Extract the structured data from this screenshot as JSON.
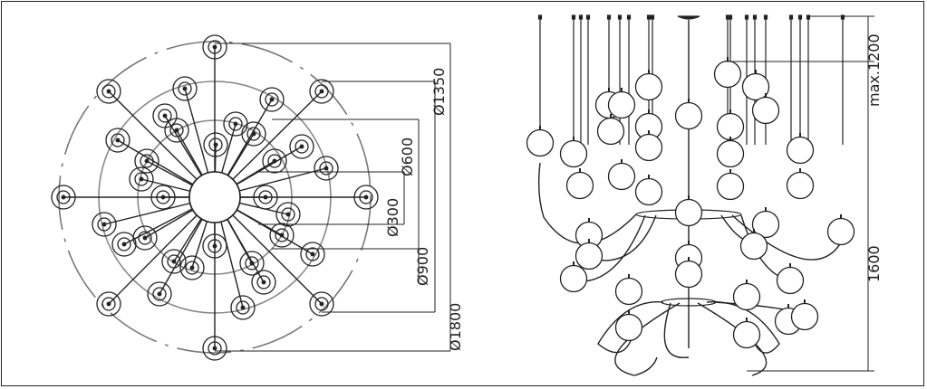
{
  "plan_view": {
    "dimensions": {
      "d1350": "Ø1350",
      "d600": "Ø600",
      "d300": "Ø300",
      "d900": "Ø900",
      "d1800": "Ø1800"
    }
  },
  "elevation_view": {
    "dimensions": {
      "max1200": "max.1200",
      "h1600": "1600"
    }
  }
}
